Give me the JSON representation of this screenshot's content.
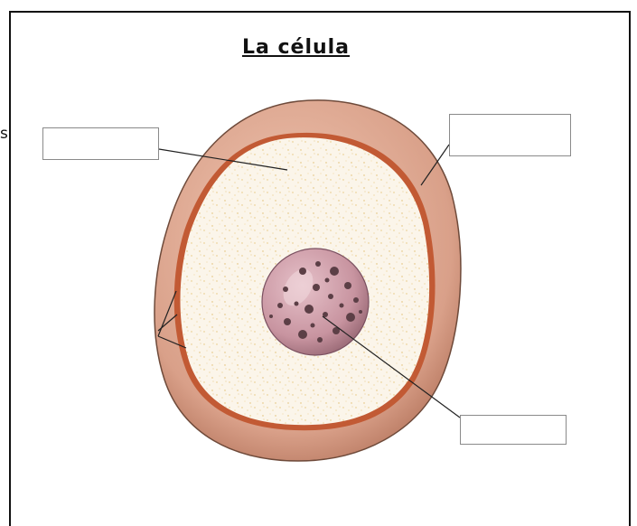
{
  "page": {
    "title": "La célula",
    "edge_glyph": "s"
  },
  "label_boxes": [
    {
      "id": "left",
      "text": ""
    },
    {
      "id": "right",
      "text": ""
    },
    {
      "id": "bottom",
      "text": ""
    }
  ],
  "colors": {
    "membrane_outer": "#d9a089",
    "membrane_shadow": "#b97a62",
    "membrane_line": "#c25a34",
    "cytoplasm": "#fbf5ea",
    "cytoplasm_speckle": "#e7c77a",
    "nucleus": "#cc9aa5",
    "nucleus_dots": "#5c3f46",
    "leader_line": "#222222",
    "box_border": "#8a8a8a"
  }
}
